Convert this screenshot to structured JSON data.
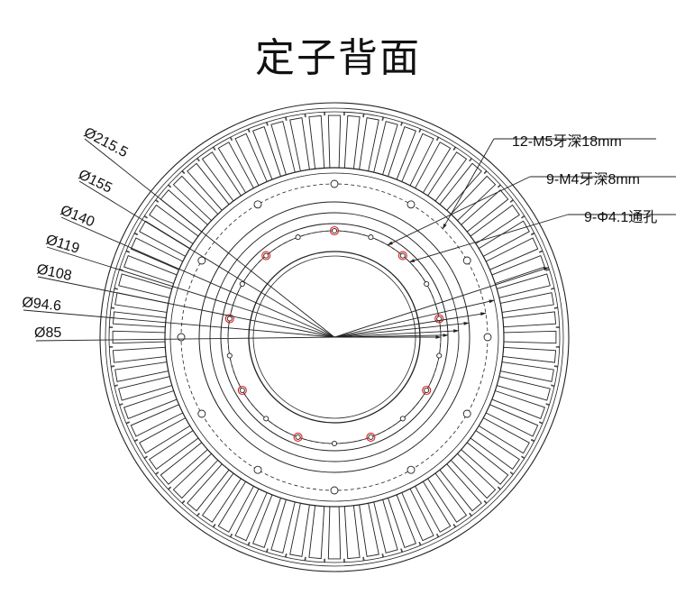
{
  "title": "定子背面",
  "colors": {
    "line": "#222222",
    "accent_holes": "#e02020"
  },
  "diameter_labels": [
    {
      "text": "Ø215.5",
      "value": 215.5
    },
    {
      "text": "Ø155",
      "value": 155
    },
    {
      "text": "Ø140",
      "value": 140
    },
    {
      "text": "Ø119",
      "value": 119
    },
    {
      "text": "Ø108",
      "value": 108
    },
    {
      "text": "Ø94.6",
      "value": 94.6
    },
    {
      "text": "Ø85",
      "value": 85
    }
  ],
  "hole_labels": [
    {
      "text": "12-M5牙深18mm",
      "count": 12
    },
    {
      "text": "9-M4牙深8mm",
      "count": 9
    },
    {
      "text": "9-Φ4.1通孔",
      "count": 9
    }
  ],
  "slot_count": 72
}
